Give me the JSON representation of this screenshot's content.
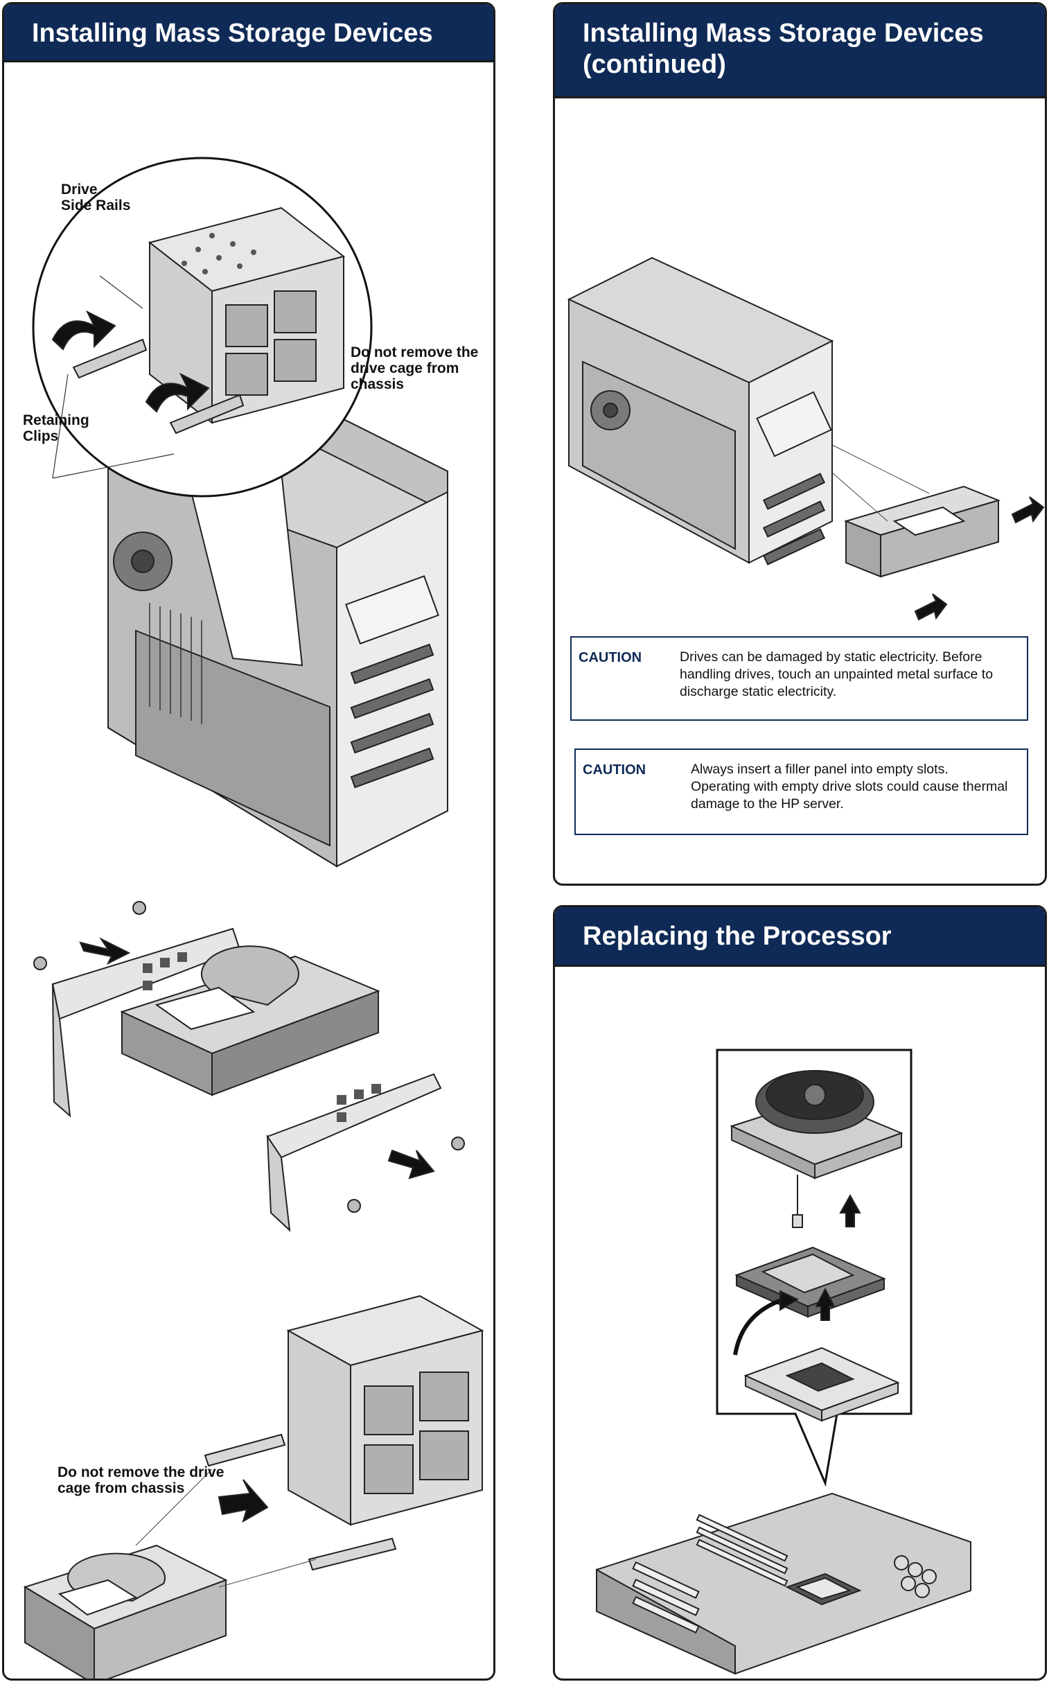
{
  "panels": {
    "left": {
      "title": "Installing Mass Storage Devices",
      "labels": {
        "drive_side_rails": "Drive\nSide Rails",
        "retaining_clips": "Retaining\nClips",
        "do_not_remove_1": "Do not remove the\ndrive cage from\nchassis",
        "do_not_remove_2": "Do not remove the drive\ncage from chassis"
      }
    },
    "right_top": {
      "title": "Installing Mass Storage Devices\n(continued)",
      "cautions": [
        {
          "label": "CAUTION",
          "text": "Drives can be damaged by static electricity. Before handling drives, touch an unpainted metal surface to discharge static electricity."
        },
        {
          "label": "CAUTION",
          "text": "Always insert a filler panel into empty slots. Operating with empty drive slots could cause thermal damage to the HP server."
        }
      ]
    },
    "right_bottom": {
      "title": "Replacing the Processor"
    }
  },
  "colors": {
    "header_bg": "#0f2a56",
    "header_text": "#ffffff",
    "caution_border": "#0f2a56"
  }
}
